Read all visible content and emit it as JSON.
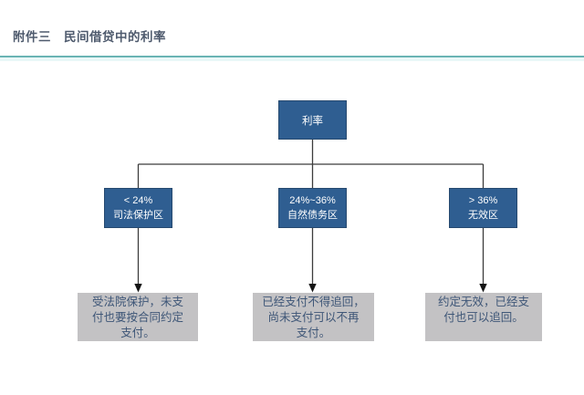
{
  "page": {
    "title": "附件三　民间借贷中的利率"
  },
  "colors": {
    "title_text": "#4e5a6d",
    "divider_teal": "#6ab4b4",
    "node_fill": "#2f5e91",
    "node_border": "#26496f",
    "node_text": "#ffffff",
    "note_fill": "#c3c2c4",
    "note_text": "#3e5677",
    "connector_line": "#3c3c3c"
  },
  "diagram": {
    "root_label": "利率",
    "branches": [
      {
        "range": "< 24%",
        "zone": "司法保护区",
        "note": "受法院保护，未支\n付也要按合同约定\n支付。"
      },
      {
        "range": "24%~36%",
        "zone": "自然债务区",
        "note": "已经支付不得追回，\n尚未支付可以不再\n支付。"
      },
      {
        "range": "> 36%",
        "zone": "无效区",
        "note": "约定无效，已经支\n付也可以追回。"
      }
    ]
  }
}
